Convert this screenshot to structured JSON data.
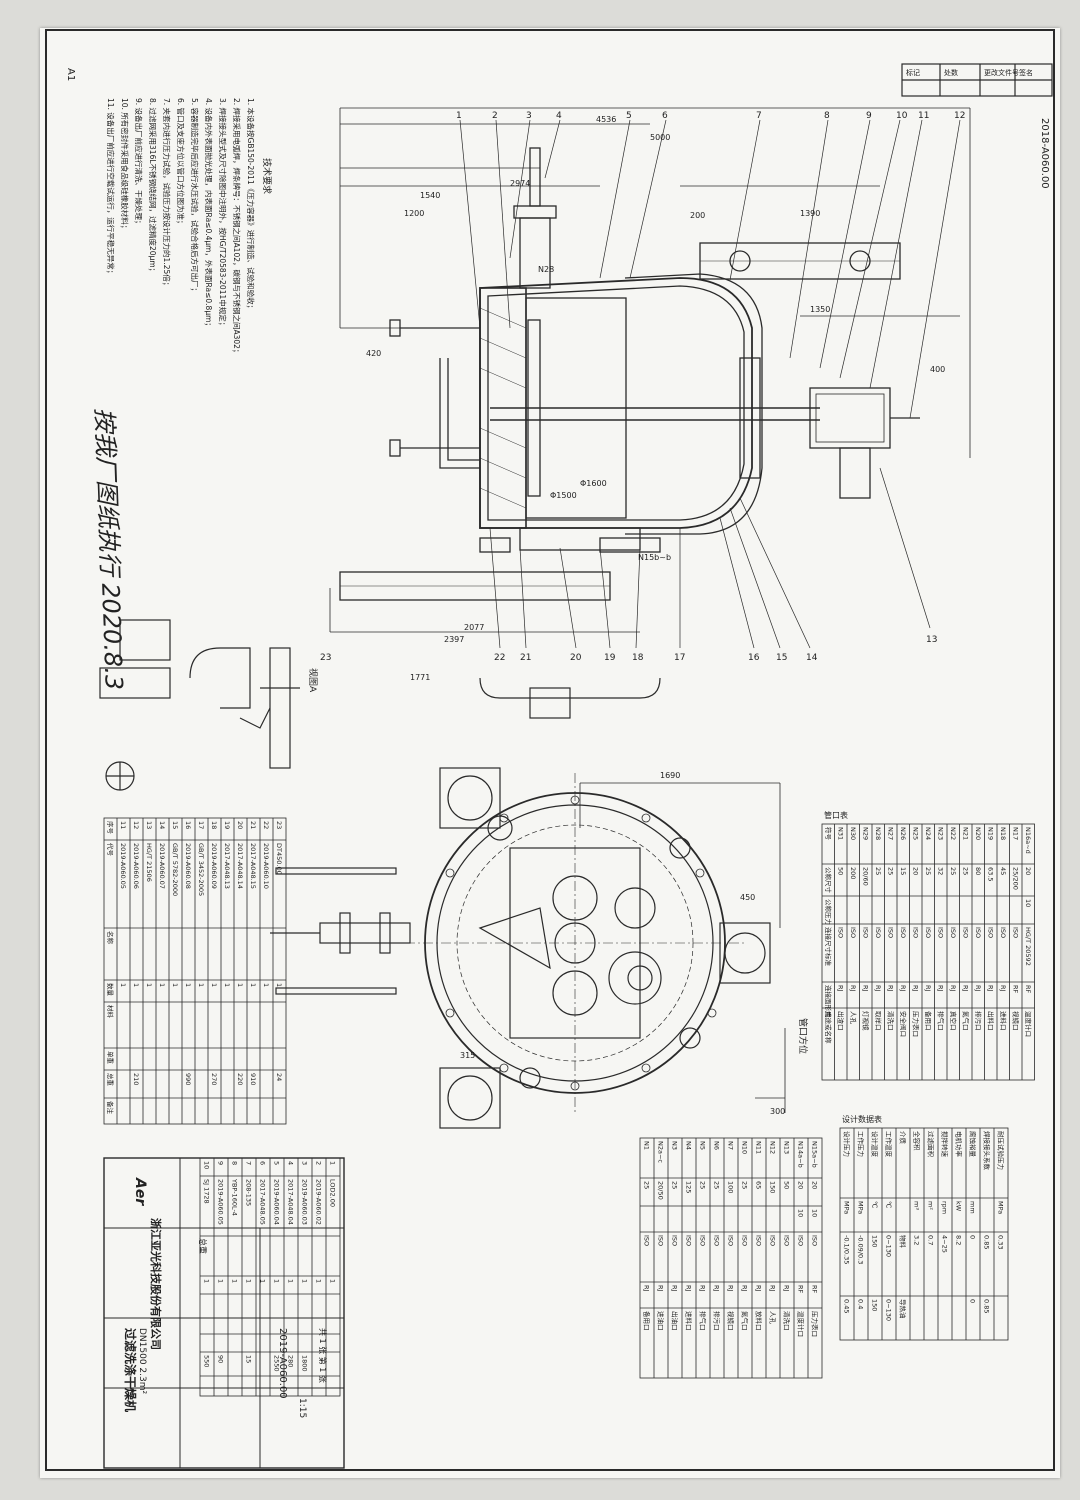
{
  "sheet": {
    "corner_mark": "A1",
    "drawing_no_rotated": "2018-A060.00",
    "header_labels": [
      "标记",
      "处数",
      "更改文件号",
      "签名"
    ]
  },
  "dimensions": {
    "d4536": "4536",
    "d5000": "5000",
    "d1540": "1540",
    "d1200": "1200",
    "d420": "420",
    "d1390": "1390",
    "d200": "200",
    "d1350": "1350",
    "d400": "400",
    "d2077": "2077",
    "d2397": "2397",
    "d1771": "1771",
    "d1690": "1690",
    "d2974": "2974"
  },
  "vessel_labels": {
    "inner_dia": "Φ1500",
    "outer_dia": "Φ1600",
    "nozzle_n15b": "N15b~b",
    "nozzle_n28": "N28"
  },
  "part_numbers": [
    "1",
    "2",
    "3",
    "4",
    "5",
    "6",
    "7",
    "8",
    "9",
    "10",
    "11",
    "12",
    "13",
    "14",
    "15",
    "16",
    "17",
    "18",
    "19",
    "20",
    "21",
    "22",
    "23"
  ],
  "notes": {
    "heading": "技术要求",
    "lines": [
      "1. 本设备按GB150-2011《压力容器》进行制造、试验和验收；",
      "2. 焊接采用电弧焊，焊条牌号：不锈钢之间A102，碳钢与不锈钢之间A302；",
      "3. 焊接接头型式及尺寸除图中注明外，按HG/T20583-2011中规定；",
      "4. 设备内外表面抛光处理，内表面Ra≤0.4μm，外表面Ra≤0.8μm；",
      "5. 容器制造完毕后应进行水压试验，试验合格后方可出厂；",
      "6. 管口及支座方位以管口方位图为准；",
      "7. 夹套内进行压力试验，试验压力按设计压力的1.25倍；",
      "8. 过滤网采用316L不锈钢烧结网，过滤精度20μm；",
      "9. 设备出厂前应进行清洗、干燥处理；",
      "10. 所有密封件采用食品级硅橡胶材料；",
      "11. 设备出厂前应进行空载试运行，运行平稳无异常；"
    ],
    "handwritten": "按我厂图纸执行 2020.8.3"
  },
  "section_labels": {
    "detail": "视图A",
    "plan_view": "管口方位"
  },
  "plan_dims": {
    "p1690": "1690",
    "p450": "450",
    "p300": "300",
    "p315": "315"
  },
  "nozzle_table": {
    "title": "管口表",
    "headers": [
      "符号",
      "公称尺寸",
      "公称压力",
      "连接尺寸标准",
      "连接面形式",
      "用途或名称"
    ],
    "rows": [
      [
        "N16a~d",
        "20",
        "10",
        "HG/T 20592",
        "RF",
        "温度计口"
      ],
      [
        "N17",
        "25/200",
        "",
        "ISO",
        "RF",
        "视镜口"
      ],
      [
        "N18",
        "45",
        "",
        "ISO",
        "RJ",
        "进料口"
      ],
      [
        "N19",
        "63.5",
        "",
        "ISO",
        "RJ",
        "出料口"
      ],
      [
        "N20",
        "80",
        "",
        "ISO",
        "RJ",
        "排污口"
      ],
      [
        "N21",
        "25",
        "",
        "ISO",
        "RJ",
        "氮气口"
      ],
      [
        "N22",
        "25",
        "",
        "ISO",
        "RJ",
        "真空口"
      ],
      [
        "N23",
        "32",
        "",
        "ISO",
        "RJ",
        "排气口"
      ],
      [
        "N24",
        "25",
        "",
        "ISO",
        "RJ",
        "备用口"
      ],
      [
        "N25",
        "20",
        "",
        "ISO",
        "RJ",
        "压力表口"
      ],
      [
        "N26",
        "15",
        "",
        "ISO",
        "RJ",
        "安全阀口"
      ],
      [
        "N27",
        "25",
        "",
        "ISO",
        "RJ",
        "清洗口"
      ],
      [
        "N28",
        "25",
        "",
        "ISO",
        "RJ",
        "取样口"
      ],
      [
        "N29",
        "20/60",
        "",
        "ISO",
        "RJ",
        "灯视镜"
      ],
      [
        "N30",
        "200",
        "",
        "ISO",
        "RJ",
        "人孔"
      ],
      [
        "N31",
        "50",
        "",
        "ISO",
        "RJ",
        "出渣口"
      ]
    ]
  },
  "design_table": {
    "title": "设计数据表",
    "rows": [
      [
        "设计压力",
        "MPa",
        "-0.1/0.35",
        "0.45"
      ],
      [
        "工作压力",
        "MPa",
        "-0.09/0.3",
        "0.4"
      ],
      [
        "设计温度",
        "℃",
        "150",
        "150"
      ],
      [
        "工作温度",
        "℃",
        "0~130",
        "0~130"
      ],
      [
        "介质",
        "",
        "物料",
        "导热油"
      ],
      [
        "全容积",
        "m³",
        "3.2",
        ""
      ],
      [
        "过滤面积",
        "m²",
        "0.7",
        ""
      ],
      [
        "搅拌转速",
        "rpm",
        "4~25",
        ""
      ],
      [
        "电机功率",
        "kW",
        "8.2",
        ""
      ],
      [
        "腐蚀裕量",
        "mm",
        "0",
        "0"
      ],
      [
        "焊接接头系数",
        "",
        "0.85",
        "0.85"
      ],
      [
        "耐压试验压力",
        "MPa",
        "0.33",
        ""
      ]
    ]
  },
  "lower_nozzle_table": {
    "rows": [
      [
        "N1",
        "25",
        "",
        "ISO",
        "RJ",
        "备用口"
      ],
      [
        "N2a~c",
        "20/50",
        "",
        "ISO",
        "RJ",
        "进油口"
      ],
      [
        "N3",
        "25",
        "",
        "ISO",
        "RJ",
        "出油口"
      ],
      [
        "N4",
        "125",
        "",
        "ISO",
        "RJ",
        "进料口"
      ],
      [
        "N5",
        "25",
        "",
        "ISO",
        "RJ",
        "排气口"
      ],
      [
        "N6",
        "25",
        "",
        "ISO",
        "RJ",
        "排污口"
      ],
      [
        "N7",
        "100",
        "",
        "ISO",
        "RJ",
        "视镜口"
      ],
      [
        "N10",
        "25",
        "",
        "ISO",
        "RJ",
        "氮气口"
      ],
      [
        "N11",
        "65",
        "",
        "ISO",
        "RJ",
        "放料口"
      ],
      [
        "N12",
        "150",
        "",
        "ISO",
        "RJ",
        "人孔"
      ],
      [
        "N13",
        "50",
        "",
        "ISO",
        "RJ",
        "清洗口"
      ],
      [
        "N14a~b",
        "20",
        "10",
        "ISO",
        "RF",
        "温度计口"
      ],
      [
        "N15a~b",
        "20",
        "10",
        "ISO",
        "RF",
        "压力表口"
      ]
    ]
  },
  "parts_list": {
    "headers": [
      "序号",
      "代号",
      "名称",
      "数量",
      "材料",
      "单重",
      "总重",
      "备注"
    ],
    "rows": [
      [
        "23",
        "DT450.00",
        "",
        "1",
        "",
        "",
        "24",
        ""
      ],
      [
        "22",
        "2019-A060.10",
        "",
        "1",
        "",
        "",
        "",
        ""
      ],
      [
        "21",
        "2017-A048.15",
        "",
        "1",
        "",
        "",
        "910",
        ""
      ],
      [
        "20",
        "2017-A048.14",
        "",
        "1",
        "",
        "",
        "220",
        ""
      ],
      [
        "19",
        "2017-A048.13",
        "",
        "1",
        "",
        "",
        "",
        ""
      ],
      [
        "18",
        "2019-A060.09",
        "",
        "1",
        "",
        "",
        "270",
        ""
      ],
      [
        "17",
        "GB/T 3452-2005",
        "",
        "1",
        "",
        "",
        "",
        ""
      ],
      [
        "16",
        "2019-A060.08",
        "",
        "1",
        "",
        "",
        "990",
        ""
      ],
      [
        "15",
        "GB/T 5782-2000",
        "",
        "1",
        "",
        "",
        "",
        ""
      ],
      [
        "14",
        "2019-A060.07",
        "",
        "1",
        "",
        "",
        "",
        ""
      ],
      [
        "13",
        "HG/T 21506",
        "",
        "1",
        "",
        "",
        "",
        ""
      ],
      [
        "12",
        "2019-A060.06",
        "",
        "1",
        "",
        "",
        "210",
        ""
      ],
      [
        "11",
        "2019-A060.05",
        "",
        "1",
        "",
        "",
        "",
        ""
      ]
    ]
  },
  "parts_list_right": {
    "rows": [
      [
        "10",
        "SJ 1728",
        "",
        "1",
        "",
        "",
        "550",
        ""
      ],
      [
        "9",
        "2019-A060.05",
        "",
        "1",
        "",
        "",
        "90",
        ""
      ],
      [
        "8",
        "YBP-160L-4",
        "",
        "1",
        "",
        "",
        "",
        ""
      ],
      [
        "7",
        "208-135",
        "",
        "1",
        "",
        "",
        "15",
        ""
      ],
      [
        "6",
        "2017-A048.05",
        "",
        "1",
        "",
        "",
        "",
        ""
      ],
      [
        "5",
        "2019-A060.04",
        "",
        "1",
        "",
        "",
        "2550",
        ""
      ],
      [
        "4",
        "2017-A048.04",
        "",
        "1",
        "",
        "",
        "280",
        ""
      ],
      [
        "3",
        "2019-A060.03",
        "",
        "1",
        "",
        "",
        "1800",
        ""
      ],
      [
        "2",
        "2019-A060.02",
        "",
        "1",
        "",
        "",
        "",
        ""
      ],
      [
        "1",
        "LOD2.00",
        "",
        "1",
        "",
        "",
        "",
        ""
      ]
    ]
  },
  "title_block": {
    "logo": "Aer",
    "company": "浙江亚光科技股份有限公司",
    "product": "过滤洗涤干燥机",
    "spec": "DN1500  2.3m²",
    "drawing_no": "2019-A060.00",
    "scale": "1:15",
    "sheet": "共 1 张 第 1 张",
    "weight": "总重"
  },
  "colors": {
    "line": "#2a2a2a",
    "paper": "#f6f6f3",
    "ink": "#222222"
  }
}
